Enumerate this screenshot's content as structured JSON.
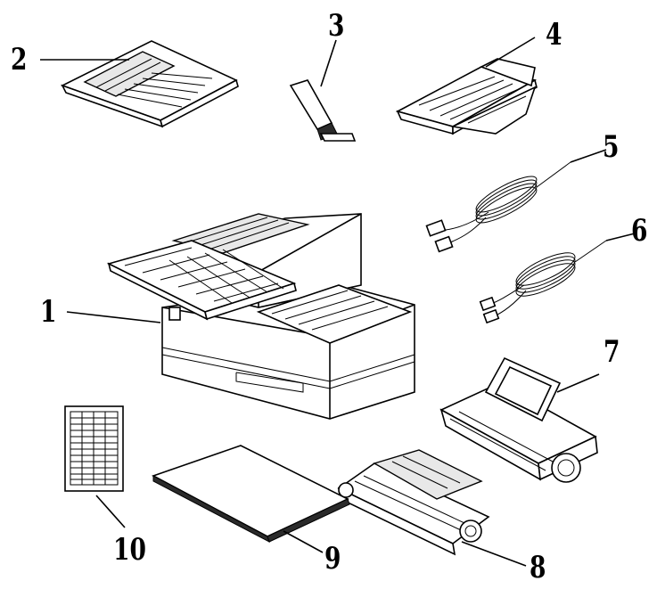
{
  "parts": {
    "p1": {
      "label": "1",
      "icon": "fax-machine-icon"
    },
    "p2": {
      "label": "2",
      "icon": "document-tray-icon"
    },
    "p3": {
      "label": "3",
      "icon": "paper-guide-icon"
    },
    "p4": {
      "label": "4",
      "icon": "output-tray-icon"
    },
    "p5": {
      "label": "5",
      "icon": "power-cord-icon"
    },
    "p6": {
      "label": "6",
      "icon": "telephone-cord-icon"
    },
    "p7": {
      "label": "7",
      "icon": "toner-cartridge-icon"
    },
    "p8": {
      "label": "8",
      "icon": "drum-unit-icon"
    },
    "p9": {
      "label": "9",
      "icon": "manual-booklet-icon"
    },
    "p10": {
      "label": "10",
      "icon": "label-sheet-icon"
    }
  }
}
